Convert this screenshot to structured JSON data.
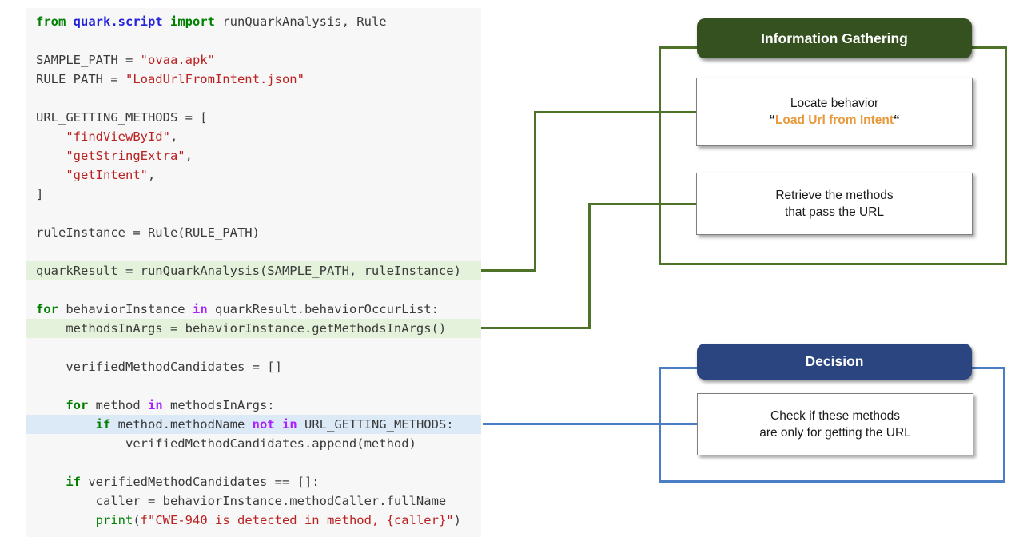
{
  "colors": {
    "code_bg": "#F7F7F7",
    "hl_green": "#E4F2DB",
    "hl_blue": "#DCE9F7",
    "green_dark": "#35511F",
    "green_line": "#4E7227",
    "blue_dark": "#2B4580",
    "blue_line": "#4A7DC4",
    "orange": "#E8993B",
    "tok_kw": "#008000",
    "tok_ns": "#2222DD",
    "tok_opw": "#AA22FF",
    "tok_str": "#BA2121",
    "tok_plain": "#3B3B3B"
  },
  "code_panel": {
    "lines": [
      {
        "segments": [
          {
            "t": "kw",
            "x": "from"
          },
          {
            "t": "pl",
            "x": " "
          },
          {
            "t": "ns",
            "x": "quark.script"
          },
          {
            "t": "pl",
            "x": " "
          },
          {
            "t": "kw",
            "x": "import"
          },
          {
            "t": "pl",
            "x": " runQuarkAnalysis, Rule"
          }
        ]
      },
      {
        "segments": []
      },
      {
        "segments": [
          {
            "t": "pl",
            "x": "SAMPLE_PATH = "
          },
          {
            "t": "str",
            "x": "\"ovaa.apk\""
          }
        ]
      },
      {
        "segments": [
          {
            "t": "pl",
            "x": "RULE_PATH = "
          },
          {
            "t": "str",
            "x": "\"LoadUrlFromIntent.json\""
          }
        ]
      },
      {
        "segments": []
      },
      {
        "segments": [
          {
            "t": "pl",
            "x": "URL_GETTING_METHODS = ["
          }
        ]
      },
      {
        "segments": [
          {
            "t": "pl",
            "x": "    "
          },
          {
            "t": "str",
            "x": "\"findViewById\""
          },
          {
            "t": "pl",
            "x": ","
          }
        ]
      },
      {
        "segments": [
          {
            "t": "pl",
            "x": "    "
          },
          {
            "t": "str",
            "x": "\"getStringExtra\""
          },
          {
            "t": "pl",
            "x": ","
          }
        ]
      },
      {
        "segments": [
          {
            "t": "pl",
            "x": "    "
          },
          {
            "t": "str",
            "x": "\"getIntent\""
          },
          {
            "t": "pl",
            "x": ","
          }
        ]
      },
      {
        "segments": [
          {
            "t": "pl",
            "x": "]"
          }
        ]
      },
      {
        "segments": []
      },
      {
        "segments": [
          {
            "t": "pl",
            "x": "ruleInstance = Rule(RULE_PATH)"
          }
        ]
      },
      {
        "segments": []
      },
      {
        "hl": "green",
        "segments": [
          {
            "t": "pl",
            "x": "quarkResult = runQuarkAnalysis(SAMPLE_PATH, ruleInstance)"
          }
        ]
      },
      {
        "segments": []
      },
      {
        "segments": [
          {
            "t": "kw",
            "x": "for"
          },
          {
            "t": "pl",
            "x": " behaviorInstance "
          },
          {
            "t": "opw",
            "x": "in"
          },
          {
            "t": "pl",
            "x": " quarkResult.behaviorOccurList:"
          }
        ]
      },
      {
        "hl": "green",
        "segments": [
          {
            "t": "pl",
            "x": "    methodsInArgs = behaviorInstance.getMethodsInArgs()"
          }
        ]
      },
      {
        "segments": []
      },
      {
        "segments": [
          {
            "t": "pl",
            "x": "    verifiedMethodCandidates = []"
          }
        ]
      },
      {
        "segments": []
      },
      {
        "segments": [
          {
            "t": "pl",
            "x": "    "
          },
          {
            "t": "kw",
            "x": "for"
          },
          {
            "t": "pl",
            "x": " method "
          },
          {
            "t": "opw",
            "x": "in"
          },
          {
            "t": "pl",
            "x": " methodsInArgs:"
          }
        ]
      },
      {
        "hl": "blue",
        "segments": [
          {
            "t": "pl",
            "x": "        "
          },
          {
            "t": "kw",
            "x": "if"
          },
          {
            "t": "pl",
            "x": " method.methodName "
          },
          {
            "t": "opw",
            "x": "not"
          },
          {
            "t": "pl",
            "x": " "
          },
          {
            "t": "opw",
            "x": "in"
          },
          {
            "t": "pl",
            "x": " URL_GETTING_METHODS:"
          }
        ]
      },
      {
        "segments": [
          {
            "t": "pl",
            "x": "            verifiedMethodCandidates.append(method)"
          }
        ]
      },
      {
        "segments": []
      },
      {
        "segments": [
          {
            "t": "pl",
            "x": "    "
          },
          {
            "t": "kw",
            "x": "if"
          },
          {
            "t": "pl",
            "x": " verifiedMethodCandidates == []:"
          }
        ]
      },
      {
        "segments": [
          {
            "t": "pl",
            "x": "        caller = behaviorInstance.methodCaller.fullName"
          }
        ]
      },
      {
        "segments": [
          {
            "t": "pl",
            "x": "        "
          },
          {
            "t": "bi",
            "x": "print"
          },
          {
            "t": "pl",
            "x": "("
          },
          {
            "t": "str",
            "x": "f\"CWE-940 is detected in method, {caller}\""
          },
          {
            "t": "pl",
            "x": ")"
          }
        ]
      }
    ]
  },
  "info_gathering": {
    "header": "Information Gathering",
    "box1": {
      "line1": "Locate behavior",
      "quote_open": "“",
      "behavior": "Load Url from Intent",
      "quote_close": "“"
    },
    "box2": {
      "line1": "Retrieve the methods",
      "line2": "that pass the URL"
    }
  },
  "decision": {
    "header": "Decision",
    "box": {
      "line1": "Check if these methods",
      "line2": "are only for getting the URL"
    }
  }
}
